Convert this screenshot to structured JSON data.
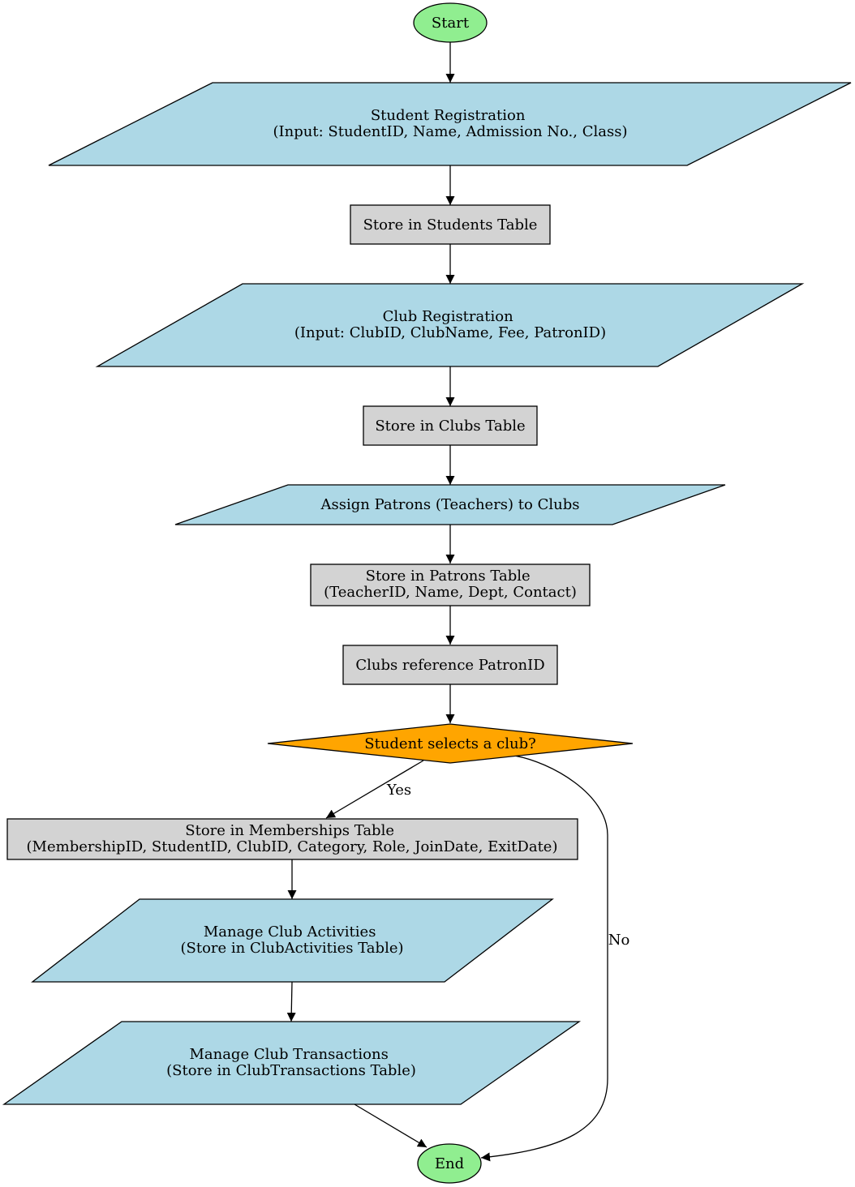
{
  "colors": {
    "terminal": "#90ee90",
    "io": "#add8e6",
    "process": "#d3d3d3",
    "decision": "#ffa500",
    "line": "#000000"
  },
  "nodes": {
    "start": {
      "lines": [
        "Start"
      ]
    },
    "student_registration": {
      "lines": [
        "Student Registration",
        "(Input: StudentID, Name, Admission No., Class)"
      ]
    },
    "store_students": {
      "lines": [
        "Store in Students Table"
      ]
    },
    "club_registration": {
      "lines": [
        "Club Registration",
        "(Input: ClubID, ClubName, Fee, PatronID)"
      ]
    },
    "store_clubs": {
      "lines": [
        "Store in Clubs Table"
      ]
    },
    "assign_patrons": {
      "lines": [
        "Assign Patrons (Teachers) to Clubs"
      ]
    },
    "store_patrons": {
      "lines": [
        "Store in Patrons Table",
        "(TeacherID, Name, Dept, Contact)"
      ]
    },
    "clubs_reference": {
      "lines": [
        "Clubs reference PatronID"
      ]
    },
    "decision": {
      "lines": [
        "Student selects a club?"
      ]
    },
    "store_memberships": {
      "lines": [
        "Store in Memberships Table",
        "(MembershipID, StudentID, ClubID, Category, Role, JoinDate, ExitDate)"
      ]
    },
    "manage_activities": {
      "lines": [
        "Manage Club Activities",
        "(Store in ClubActivities Table)"
      ]
    },
    "manage_transactions": {
      "lines": [
        "Manage Club Transactions",
        "(Store in ClubTransactions Table)"
      ]
    },
    "end": {
      "lines": [
        "End"
      ]
    }
  },
  "edges": {
    "yes_label": "Yes",
    "no_label": "No"
  }
}
